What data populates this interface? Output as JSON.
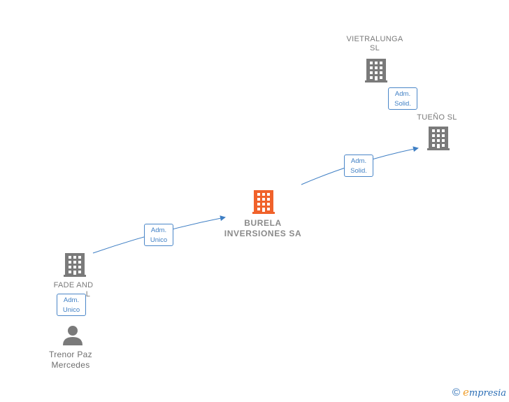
{
  "nodes": {
    "vietralunga": {
      "label_line1": "VIETRALUNGA",
      "label_line2": "SL",
      "type": "company",
      "color": "#7a7a7a"
    },
    "tueno": {
      "label": "TUEÑO SL",
      "type": "company",
      "color": "#7a7a7a"
    },
    "burela": {
      "label_line1": "BURELA",
      "label_line2": "INVERSIONES SA",
      "type": "company-main",
      "color": "#f0622b"
    },
    "fade": {
      "label_line1": "FADE AND",
      "label_line2": "L",
      "type": "company",
      "color": "#7a7a7a"
    },
    "trenor": {
      "label_line1": "Trenor Paz",
      "label_line2": "Mercedes",
      "type": "person",
      "color": "#7a7a7a"
    }
  },
  "edges": {
    "vietralunga_tueno": {
      "line1": "Adm.",
      "line2": "Solid."
    },
    "burela_tueno": {
      "line1": "Adm.",
      "line2": "Solid."
    },
    "fade_burela": {
      "line1": "Adm.",
      "line2": "Unico"
    },
    "trenor_fade": {
      "line1": "Adm.",
      "line2": "Unico"
    }
  },
  "colors": {
    "edge": "#3f7fc4",
    "company": "#7a7a7a",
    "main": "#f0622b"
  },
  "footer": {
    "copyright_symbol": "©",
    "brand_first": "e",
    "brand_rest": "mpresia"
  }
}
